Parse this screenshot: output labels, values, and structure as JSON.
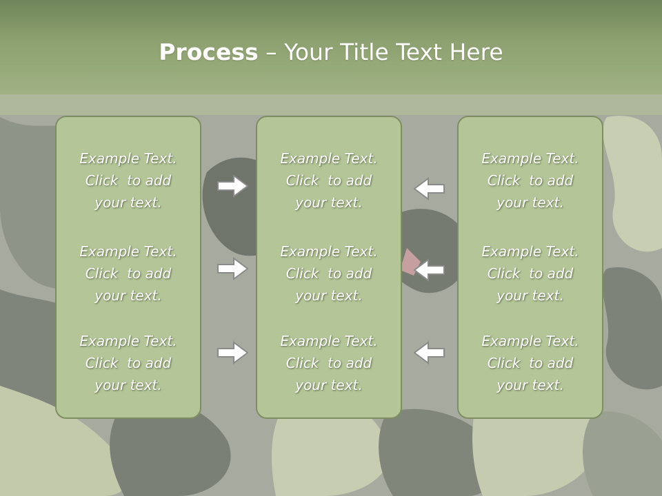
{
  "slide": {
    "title_bold": "Process",
    "title_rest": " – Your Title Text Here"
  },
  "panels": [
    {
      "items": [
        {
          "lines": [
            "Example Text.",
            "Click  to add",
            "your text."
          ]
        },
        {
          "lines": [
            "Example Text.",
            "Click  to add",
            "your text."
          ]
        },
        {
          "lines": [
            "Example Text.",
            "Click  to add",
            "your text."
          ]
        }
      ]
    },
    {
      "items": [
        {
          "lines": [
            "Example Text.",
            "Click  to add",
            "your text."
          ]
        },
        {
          "lines": [
            "Example Text.",
            "Click  to add",
            "your text."
          ]
        },
        {
          "lines": [
            "Example Text.",
            "Click  to add",
            "your text."
          ]
        }
      ]
    },
    {
      "items": [
        {
          "lines": [
            "Example Text.",
            "Click  to add",
            "your text."
          ]
        },
        {
          "lines": [
            "Example Text.",
            "Click  to add",
            "your text."
          ]
        },
        {
          "lines": [
            "Example Text.",
            "Click  to add",
            "your text."
          ]
        }
      ]
    }
  ],
  "arrows": {
    "left_group": "right-arrow-icon",
    "right_group": "left-arrow-icon"
  },
  "colors": {
    "title_band": "#8ea170",
    "panel_fill": "#b4c698",
    "panel_border": "#7e8e62",
    "text": "#ffffff"
  }
}
